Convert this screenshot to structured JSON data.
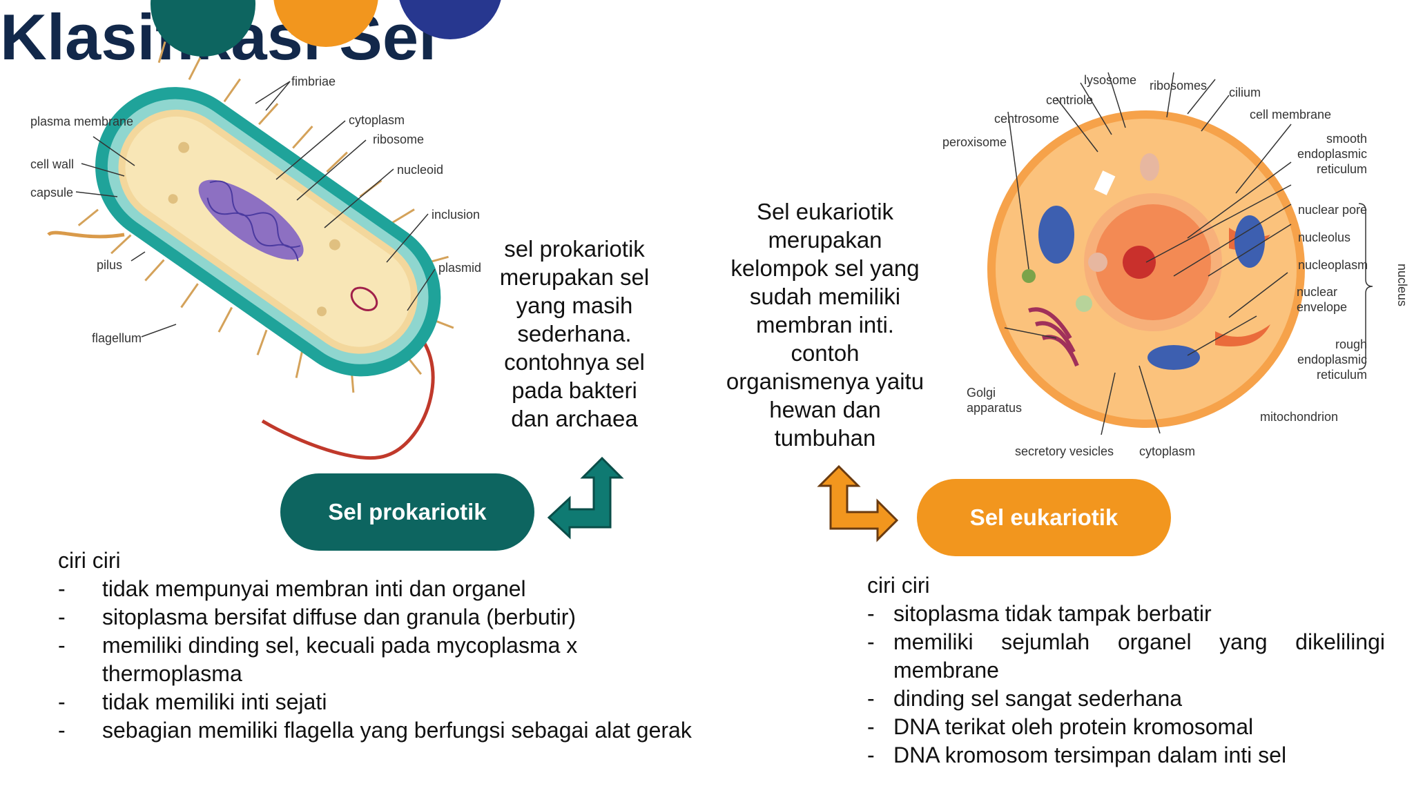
{
  "slide": {
    "title": "Klasifikasi Sel",
    "accent_colors": [
      "#0d6560",
      "#f2961e",
      "#27378f"
    ]
  },
  "prokaryote": {
    "description": "sel prokariotik merupakan sel yang masih sederhana. contohnya sel pada bakteri dan archaea",
    "button_label": "Sel prokariotik",
    "button_color": "#0d6560",
    "diagram_labels": {
      "fimbriae": "fimbriae",
      "plasma_membrane": "plasma membrane",
      "cytoplasm": "cytoplasm",
      "ribosome": "ribosome",
      "cell_wall": "cell wall",
      "nucleoid": "nucleoid",
      "capsule": "capsule",
      "inclusion": "inclusion",
      "pilus": "pilus",
      "plasmid": "plasmid",
      "flagellum": "flagellum"
    },
    "features_heading": "ciri ciri",
    "features": [
      "tidak mempunyai membran inti dan organel",
      "sitoplasma bersifat diffuse dan granula (berbutir)",
      "memiliki dinding sel, kecuali pada mycoplasma x thermoplasma",
      "tidak memiliki inti sejati",
      "sebagian memiliki flagella yang berfungsi sebagai alat gerak"
    ]
  },
  "eukaryote": {
    "description": "Sel eukariotik merupakan kelompok sel yang sudah memiliki membran inti. contoh organismenya yaitu hewan dan tumbuhan",
    "button_label": "Sel eukariotik",
    "button_color": "#f2961e",
    "diagram_labels": {
      "lysosome": "lysosome",
      "ribosomes": "ribosomes",
      "centriole": "centriole",
      "cilium": "cilium",
      "centrosome": "centrosome",
      "cell_membrane": "cell membrane",
      "peroxisome": "peroxisome",
      "smooth_er": "smooth endoplasmic reticulum",
      "nuclear_pore": "nuclear pore",
      "nucleolus": "nucleolus",
      "nucleoplasm": "nucleoplasm",
      "nucleus": "nucleus",
      "nuclear_envelope": "nuclear envelope",
      "rough_er": "rough endoplasmic reticulum",
      "golgi": "Golgi apparatus",
      "mitochondrion": "mitochondrion",
      "secretory_vesicles": "secretory vesicles",
      "cytoplasm": "cytoplasm"
    },
    "features_heading": "ciri ciri",
    "features": [
      "sitoplasma tidak tampak berbatir",
      "memiliki sejumlah organel yang dikelilingi membrane",
      "dinding sel sangat sederhana",
      "DNA terikat oleh protein kromosomal",
      "DNA kromosom tersimpan dalam inti sel"
    ]
  }
}
